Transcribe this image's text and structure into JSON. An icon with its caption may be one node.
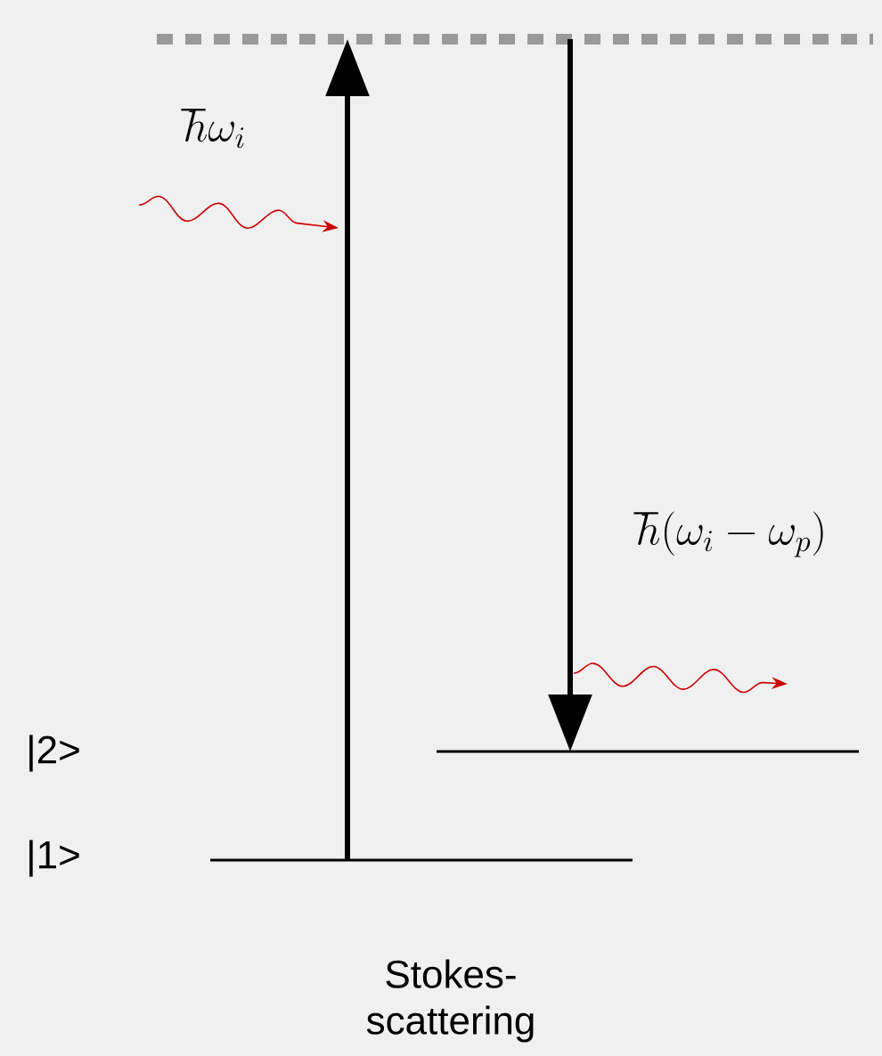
{
  "diagram": {
    "nodes": [
      {
        "text": [],
        "shape": "bar"
      },
      {
        "text": [],
        "shape": "bar"
      },
      {
        "text": [],
        "shape": "bar"
      }
    ],
    "edges": [
      {
        "from": 2,
        "to": 0,
        "arrow": "to"
      },
      {
        "from": 0,
        "to": 1,
        "arrow": "to"
      }
    ],
    "labels": [
      "\\hbar\\omega_i",
      "\\hbar(\\omega_i-\\omega_p)",
      "|2>",
      "|1>",
      "Stokes- scattering"
    ]
  }
}
